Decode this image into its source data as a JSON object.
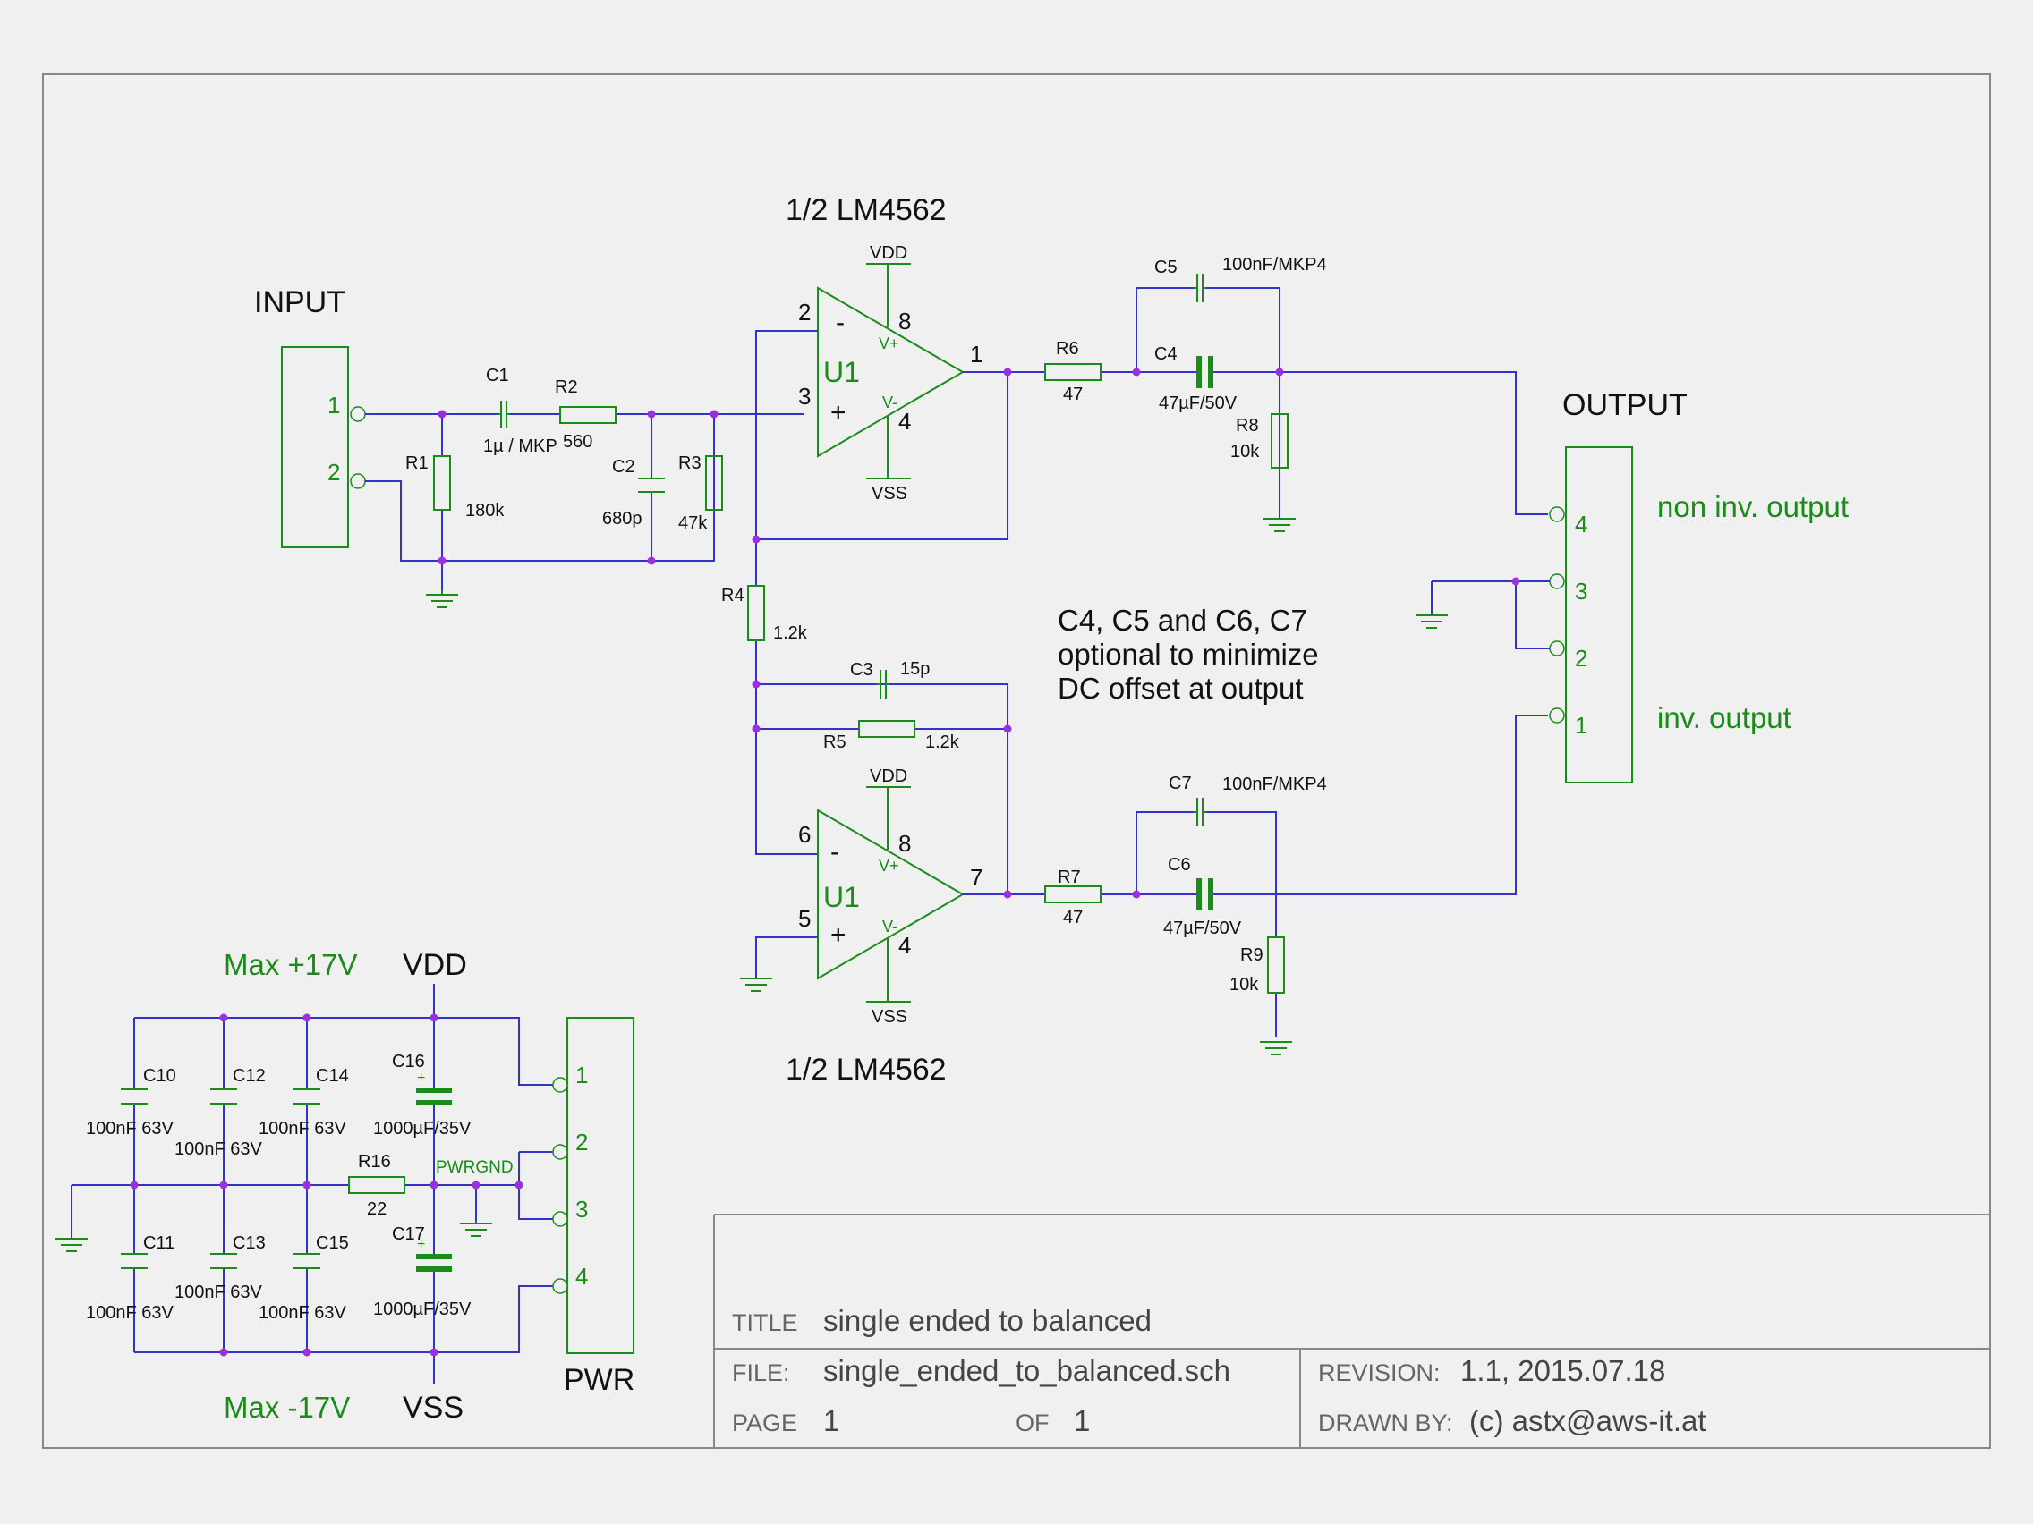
{
  "colors": {
    "wire": "#3333cc",
    "part": "#1a8c1a",
    "junction": "#9b30e0",
    "frame": "#888888"
  },
  "labels": {
    "input": "INPUT",
    "output": "OUTPUT",
    "pwr": "PWR",
    "opamp_top": "1/2 LM4562",
    "opamp_bottom": "1/2 LM4562",
    "non_inv_output": "non inv. output",
    "inv_output": "inv. output",
    "max_pos": "Max +17V",
    "max_neg": "Max -17V",
    "vdd_big": "VDD",
    "vss_big": "VSS",
    "vdd": "VDD",
    "vss": "VSS",
    "pwrgnd": "PWRGND"
  },
  "note": [
    "C4, C5 and C6, C7",
    "optional to minimize",
    "DC offset at output"
  ],
  "opamp": {
    "name": "U1",
    "minus": "-",
    "plus": "+",
    "vplus": "V+",
    "vminus": "V-"
  },
  "pins": {
    "p1": "1",
    "p2": "2",
    "p3": "3",
    "p4": "4",
    "p5": "5",
    "p6": "6",
    "p7": "7",
    "p8": "8"
  },
  "components": {
    "C1": {
      "ref": "C1",
      "value": "1µ / MKP"
    },
    "R2": {
      "ref": "R2",
      "value": "560"
    },
    "R1": {
      "ref": "R1",
      "value": "180k"
    },
    "C2": {
      "ref": "C2",
      "value": "680p"
    },
    "R3": {
      "ref": "R3",
      "value": "47k"
    },
    "R4": {
      "ref": "R4",
      "value": "1.2k"
    },
    "C3": {
      "ref": "C3",
      "value": "15p"
    },
    "R5": {
      "ref": "R5",
      "value": "1.2k"
    },
    "R6": {
      "ref": "R6",
      "value": "47"
    },
    "R7": {
      "ref": "R7",
      "value": "47"
    },
    "C4": {
      "ref": "C4",
      "value": "47µF/50V"
    },
    "C5": {
      "ref": "C5",
      "value": "100nF/MKP4"
    },
    "C6": {
      "ref": "C6",
      "value": "47µF/50V"
    },
    "C7": {
      "ref": "C7",
      "value": "100nF/MKP4"
    },
    "R8": {
      "ref": "R8",
      "value": "10k"
    },
    "R9": {
      "ref": "R9",
      "value": "10k"
    },
    "C10": {
      "ref": "C10",
      "value": "100nF 63V"
    },
    "C11": {
      "ref": "C11",
      "value": "100nF 63V"
    },
    "C12": {
      "ref": "C12",
      "value": "100nF 63V"
    },
    "C13": {
      "ref": "C13",
      "value": "100nF 63V"
    },
    "C14": {
      "ref": "C14",
      "value": "100nF 63V"
    },
    "C15": {
      "ref": "C15",
      "value": "100nF 63V"
    },
    "C16": {
      "ref": "C16",
      "value": "1000µF/35V"
    },
    "C17": {
      "ref": "C17",
      "value": "1000µF/35V"
    },
    "R16": {
      "ref": "R16",
      "value": "22"
    }
  },
  "titleblock": {
    "title_label": "TITLE",
    "title": "single ended to balanced",
    "file_label": "FILE:",
    "file": "single_ended_to_balanced.sch",
    "revision_label": "REVISION:",
    "revision": "1.1, 2015.07.18",
    "page_label": "PAGE",
    "page": "1",
    "of_label": "OF",
    "of": "1",
    "drawn_label": "DRAWN BY:",
    "drawn": "(c) astx@aws-it.at"
  }
}
